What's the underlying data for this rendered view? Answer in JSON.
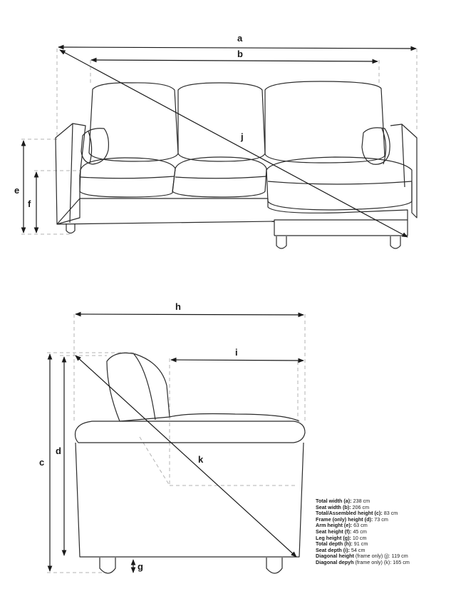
{
  "labels": {
    "a": "a",
    "b": "b",
    "j": "j",
    "e": "e",
    "f": "f",
    "h": "h",
    "i": "i",
    "k": "k",
    "c": "c",
    "d": "d",
    "g": "g"
  },
  "specs": [
    {
      "label": "Total width (a):",
      "value": "238 cm"
    },
    {
      "label": "Seat width (b):",
      "value": "206 cm"
    },
    {
      "label": "Total/Assembled height (c):",
      "value": "83 cm"
    },
    {
      "label": "Frame (only) height (d):",
      "value": "73 cm"
    },
    {
      "label": "Arm height (e):",
      "value": "63 cm"
    },
    {
      "label": "Seat height (f):",
      "value": "45 cm"
    },
    {
      "label": "Leg height (g):",
      "value": "10 cm"
    },
    {
      "label": "Total depth (h):",
      "value": "91 cm"
    },
    {
      "label": "Seat depth (i):",
      "value": "54 cm"
    },
    {
      "label": "Diagonal height",
      "note": "(frame only) (j):",
      "value": "119 cm"
    },
    {
      "label": "Diagonal depyh",
      "note": "(frame only) (k):",
      "value": "165 cm"
    }
  ],
  "colors": {
    "line": "#2b2b2b",
    "dashed": "#b3b3b3",
    "arrow": "#1a1a1a"
  }
}
